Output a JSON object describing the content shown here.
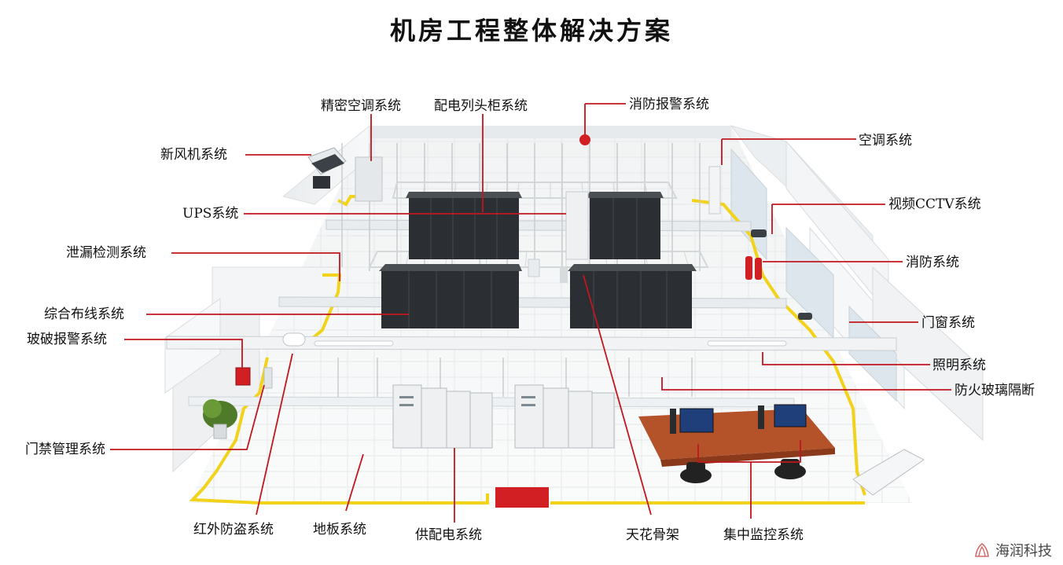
{
  "title": "机房工程整体解决方案",
  "watermark": "海润科技",
  "colors": {
    "leader": "#c0171d",
    "floor_trim": "#f2d21a",
    "rack": "#2b2f33",
    "wall": "#f4f6f7"
  },
  "labels": {
    "jingmi": "精密空调系统",
    "peidian": "配电列头柜系统",
    "xiaofang_baojing": "消防报警系统",
    "xinfeng": "新风机系统",
    "kongtiao": "空调系统",
    "ups": "UPS系统",
    "cctv": "视频CCTV系统",
    "xielou": "泄漏检测系统",
    "xiaofang": "消防系统",
    "zonghe": "综合布线系统",
    "menchuang": "门窗系统",
    "bopo": "玻破报警系统",
    "zhaoming": "照明系统",
    "fanghuo": "防火玻璃隔断",
    "menjin": "门禁管理系统",
    "hongwai": "红外防盗系统",
    "diban": "地板系统",
    "gongpei": "供配电系统",
    "tianhua": "天花骨架",
    "jizhong": "集中监控系统"
  }
}
